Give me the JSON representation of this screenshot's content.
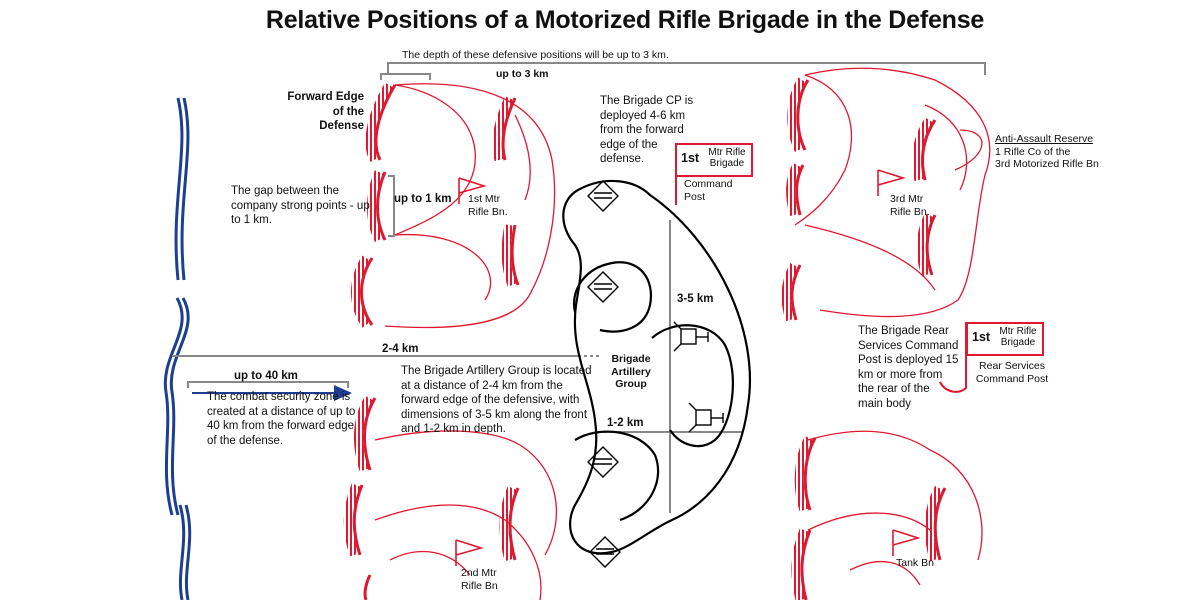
{
  "title": "Relative Positions of a Motorized Rifle Brigade in the Defense",
  "colors": {
    "obstacle": "#e0182f",
    "security_line": "#1c3f94",
    "artillery": "#000000",
    "dimension": "#888888"
  },
  "icons": [
    "flag-icon",
    "artillery-battery-icon",
    "observation-post-icon",
    "arrow-icon"
  ],
  "labels": {
    "depth_note": "The depth of these defensive positions will be up to 3 km.",
    "up_to_3km": "up to 3 km",
    "forward_edge_l1": "Forward Edge",
    "forward_edge_l2": "of the Defense",
    "gap_note_l1": "The gap between the",
    "gap_note_l2": "company strong points - up",
    "gap_note_l3": "to 1 km.",
    "up_to_1km": "up to 1 km",
    "first_bn_l1": "1st Mtr",
    "first_bn_l2": "Rifle Bn.",
    "cp_note_l1": "The Brigade CP is",
    "cp_note_l2": "deployed 4-6 km",
    "cp_note_l3": "from the forward",
    "cp_note_l4": "edge of the",
    "cp_note_l5": "defense.",
    "three_to_five_km": "3-5 km",
    "two_to_four_km": "2-4 km",
    "one_to_two_km": "1-2 km",
    "artillery_group_l1": "Brigade",
    "artillery_group_l2": "Artillery",
    "artillery_group_l3": "Group",
    "artillery_note_l1": "The Brigade Artillery Group is located",
    "artillery_note_l2": "at a distance of 2-4 km from the",
    "artillery_note_l3": "forward edge of the defensive, with",
    "artillery_note_l4": "dimensions of 3-5 km along the front",
    "artillery_note_l5": "and 1-2 km in depth.",
    "up_to_40km": "up to 40 km",
    "security_note_l1": "The combat security zone is",
    "security_note_l2": "created at a distance of up to",
    "security_note_l3": "40 km from the forward edge",
    "security_note_l4": "of the defense.",
    "anti_assault_l1": "Anti-Assault Reserve",
    "anti_assault_l2": "1 Rifle Co of the",
    "anti_assault_l3": "3rd Motorized Rifle Bn",
    "third_bn_l1": "3rd Mtr",
    "third_bn_l2": "Rifle Bn.",
    "rear_note_l1": "The Brigade Rear",
    "rear_note_l2": "Services Command",
    "rear_note_l3": "Post is deployed 15",
    "rear_note_l4": "km or more from",
    "rear_note_l5": "the rear of the",
    "rear_note_l6": "main body",
    "second_bn_l1": "2nd Mtr",
    "second_bn_l2": "Rifle Bn",
    "tank_bn": "Tank Bn"
  },
  "command_post": {
    "echelon": "1st",
    "unit_l1": "Mtr Rifle",
    "unit_l2": "Brigade",
    "type_l1": "Command",
    "type_l2": "Post"
  },
  "rear_post": {
    "echelon": "1st",
    "unit_l1": "Mtr Rifle",
    "unit_l2": "Brigade",
    "type_l1": "Rear Services",
    "type_l2": "Command Post"
  }
}
